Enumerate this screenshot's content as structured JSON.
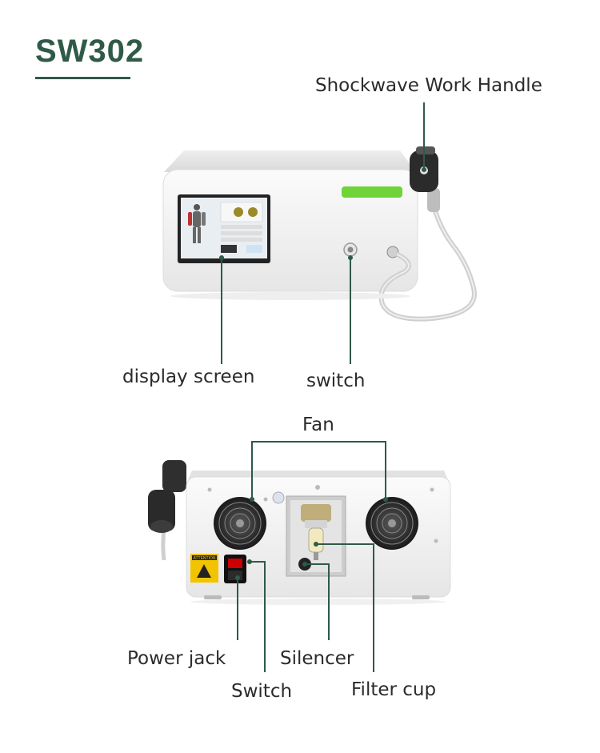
{
  "product": {
    "model": "SW302"
  },
  "front_view": {
    "labels": {
      "handle": "Shockwave Work Handle",
      "display": "display screen",
      "switch": "switch"
    }
  },
  "rear_view": {
    "labels": {
      "fan": "Fan",
      "power_jack": "Power jack",
      "switch": "Switch",
      "silencer": "Silencer",
      "filter_cup": "Filter cup"
    },
    "warning_sticker": "ATTENTION"
  },
  "colors": {
    "brand_green": "#2f5a47",
    "leader_line": "#2f5a47",
    "device_indicator_green": "#6fd43a",
    "device_body": "#f4f4f4"
  }
}
